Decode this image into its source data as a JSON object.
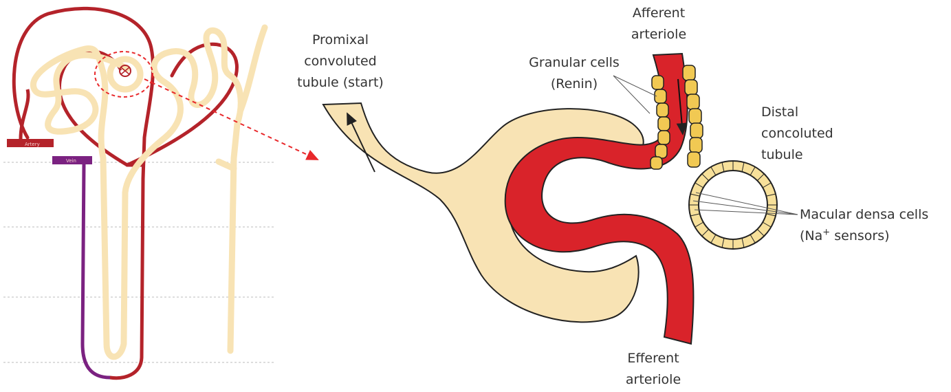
{
  "labels": {
    "afferent": [
      "Afferent",
      "arteriole"
    ],
    "granular": [
      "Granular cells",
      "(Renin)"
    ],
    "proximal": [
      "Promixal",
      "convoluted",
      "tubule (start)"
    ],
    "distal": [
      "Distal",
      "concoluted",
      "tubule"
    ],
    "macula_line1": "Macular densa cells",
    "macula_prefix": "(Na",
    "macula_sup": "+",
    "macula_suffix": " sensors)",
    "efferent": [
      "Efferent",
      "arteriole"
    ],
    "artery_tag": "Artery",
    "vein_tag": "Vein"
  },
  "colors": {
    "tubule": "#f8e3b4",
    "vessel_dark": "#b4232a",
    "vessel_bright": "#d9232a",
    "vein": "#7b2281",
    "granular_cell": "#f1c953",
    "macula_ring": "#f7e09a",
    "highlight": "#e8282b"
  }
}
